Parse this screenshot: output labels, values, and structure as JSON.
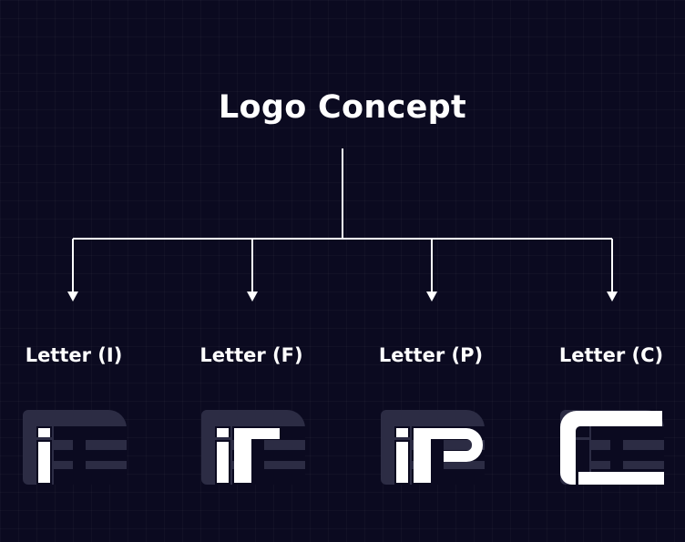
{
  "title": "Logo Concept",
  "branches": [
    {
      "label": "Letter (I)",
      "highlight": "I"
    },
    {
      "label": "Letter (F)",
      "highlight": "F"
    },
    {
      "label": "Letter (P)",
      "highlight": "P"
    },
    {
      "label": "Letter (C)",
      "highlight": "C"
    }
  ],
  "colors": {
    "background": "#0b0a20",
    "line": "#ffffff",
    "text": "#ffffff",
    "logo_dim": "#2c2c44",
    "logo_highlight": "#ffffff"
  }
}
